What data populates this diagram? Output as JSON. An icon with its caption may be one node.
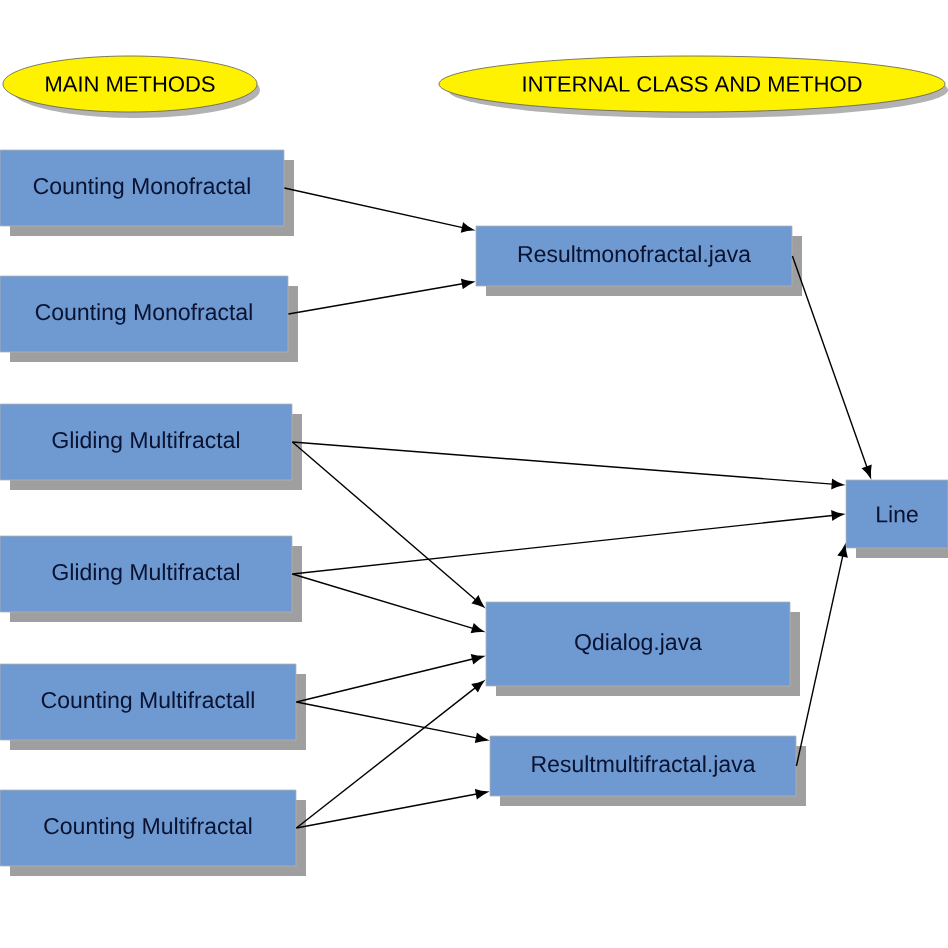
{
  "diagram": {
    "nodes": [
      {
        "text": [
          "MAIN METHODS"
        ]
      },
      {
        "text": [
          "INTERNAL CLASS AND METHOD"
        ]
      },
      {
        "text": [
          "Counting Monofractal"
        ]
      },
      {
        "text": [
          "Counting Monofractal"
        ]
      },
      {
        "text": [
          "Gliding Multifractal"
        ]
      },
      {
        "text": [
          "Gliding Multifractal"
        ]
      },
      {
        "text": [
          "Counting Multifractall"
        ]
      },
      {
        "text": [
          "Counting Multifractal"
        ]
      },
      {
        "text": [
          "Resultmonofractal.java"
        ]
      },
      {
        "text": [
          "Qdialog.java"
        ]
      },
      {
        "text": [
          "Resultmultifractal.java"
        ]
      },
      {
        "text": [
          "Line"
        ]
      }
    ],
    "edges": [
      {
        "from": 2,
        "to": 8,
        "arrow": "to"
      },
      {
        "from": 3,
        "to": 8,
        "arrow": "to"
      },
      {
        "from": 4,
        "to": 11,
        "arrow": "to"
      },
      {
        "from": 4,
        "to": 9,
        "arrow": "to"
      },
      {
        "from": 5,
        "to": 11,
        "arrow": "to"
      },
      {
        "from": 5,
        "to": 9,
        "arrow": "to"
      },
      {
        "from": 6,
        "to": 9,
        "arrow": "to"
      },
      {
        "from": 6,
        "to": 10,
        "arrow": "to"
      },
      {
        "from": 7,
        "to": 9,
        "arrow": "to"
      },
      {
        "from": 7,
        "to": 10,
        "arrow": "to"
      },
      {
        "from": 8,
        "to": 11,
        "arrow": "to"
      },
      {
        "from": 10,
        "to": 11,
        "arrow": "to"
      }
    ]
  }
}
